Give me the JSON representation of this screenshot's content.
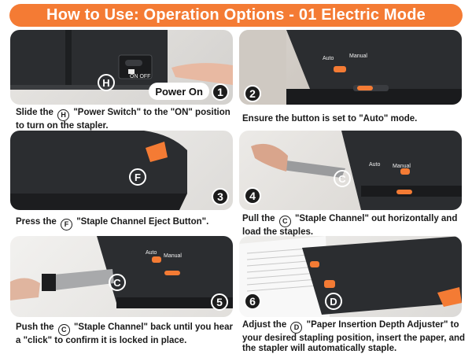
{
  "title": "How to Use: Operation Options - 01 Electric Mode",
  "steps": [
    {
      "number": "1",
      "badge": "H",
      "tag": "Power On",
      "caption_before": "Slide the",
      "caption_letter": "H",
      "caption_after": "\"Power Switch\" to the \"ON\" position to turn on the stapler.",
      "switch_on": "ON",
      "switch_off": "OFF"
    },
    {
      "number": "2",
      "auto_label": "Auto",
      "manual_label": "Manual",
      "caption": "Ensure the button is set to \"Auto\" mode."
    },
    {
      "number": "3",
      "badge": "F",
      "caption_before": "Press the",
      "caption_letter": "F",
      "caption_after": "\"Staple Channel Eject Button\"."
    },
    {
      "number": "4",
      "badge": "C",
      "auto_label": "Auto",
      "manual_label": "Manual",
      "caption_before": "Pull the",
      "caption_letter": "C",
      "caption_after": "\"Staple Channel\" out horizontally and load the staples."
    },
    {
      "number": "5",
      "badge": "C",
      "auto_label": "Auto",
      "manual_label": "Manual",
      "caption_before": "Push the",
      "caption_letter": "C",
      "caption_after": "\"Staple Channel\" back until you hear a \"click\" to confirm it is locked in place."
    },
    {
      "number": "6",
      "badge": "D",
      "caption_before": "Adjust the",
      "caption_letter": "D",
      "caption_after": "\"Paper Insertion Depth Adjuster\" to your desired stapling position, insert the paper, and the stapler will automatically staple."
    }
  ],
  "colors": {
    "accent": "#f47b34",
    "device_body": "#2b2d30",
    "text": "#1a1a1a"
  }
}
